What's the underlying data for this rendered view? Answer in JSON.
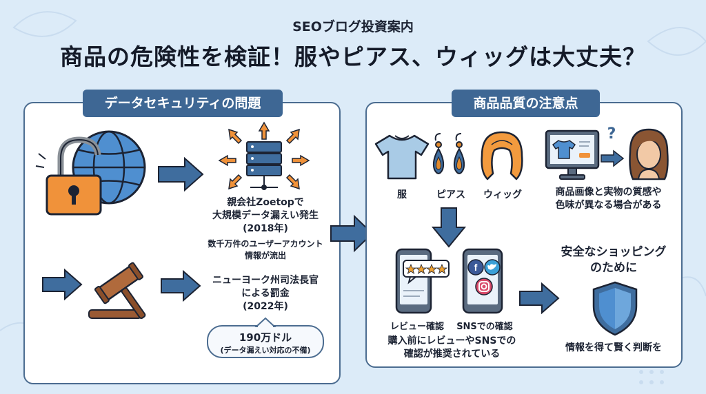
{
  "header": {
    "subtitle": "SEOブログ投資案内",
    "title": "商品の危険性を検証！服やピアス、ウィッグは大丈夫？"
  },
  "left_panel": {
    "heading": "データセキュリティの問題",
    "leak_line1": "親会社Zoetopで",
    "leak_line2": "大規模データ漏えい発生",
    "leak_year": "(2018年)",
    "leak_detail_line1": "数千万件のユーザーアカウント",
    "leak_detail_line2": "情報が流出",
    "fine_line1": "ニューヨーク州司法長官",
    "fine_line2": "による罰金",
    "fine_year": "(2022年)",
    "fine_amount": "190万ドル",
    "fine_reason": "(データ漏えい対応の不備)"
  },
  "right_panel": {
    "heading": "商品品質の注意点",
    "item_clothes": "服",
    "item_piercing": "ピアス",
    "item_wig": "ウィッグ",
    "image_diff_line1": "商品画像と実物の質感や",
    "image_diff_line2": "色味が異なる場合がある",
    "question_mark": "?",
    "review_label": "レビュー確認",
    "sns_label": "SNSでの確認",
    "advice_line1": "購入前にレビューやSNSでの",
    "advice_line2": "確認が推奨されている",
    "safe_line1": "安全なショッピング",
    "safe_line2": "のために",
    "safe_tip": "情報を得て賢く判断を"
  },
  "colors": {
    "accent_blue": "#3e6794",
    "arrow_blue": "#3f6d9e",
    "lock_orange": "#f0923a",
    "wig_orange": "#f29a3e",
    "background": "#dcebf8"
  }
}
